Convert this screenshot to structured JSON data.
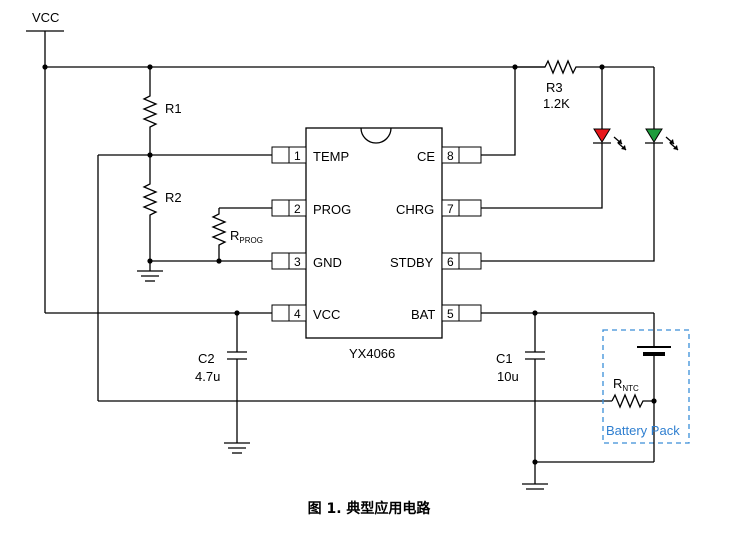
{
  "supply_label": "VCC",
  "chip": {
    "name": "YX4066",
    "pins": [
      {
        "num": "1",
        "name": "TEMP"
      },
      {
        "num": "2",
        "name": "PROG"
      },
      {
        "num": "3",
        "name": "GND"
      },
      {
        "num": "4",
        "name": "VCC"
      },
      {
        "num": "8",
        "name": "CE"
      },
      {
        "num": "7",
        "name": "CHRG"
      },
      {
        "num": "6",
        "name": "STDBY"
      },
      {
        "num": "5",
        "name": "BAT"
      }
    ]
  },
  "components": {
    "r1": {
      "name": "R1"
    },
    "r2": {
      "name": "R2"
    },
    "r3": {
      "name": "R3",
      "value": "1.2K"
    },
    "rprog": {
      "name": "R",
      "sub": "PROG"
    },
    "rntc": {
      "name": "R",
      "sub": "NTC"
    },
    "c1": {
      "name": "C1",
      "value": "10u"
    },
    "c2": {
      "name": "C2",
      "value": "4.7u"
    }
  },
  "battery_pack_label": "Battery Pack",
  "colors": {
    "led_red": "#e8161a",
    "led_green": "#1e9c3c",
    "battery_box": "#3a8ed8",
    "battery_text": "#2f7fd0"
  },
  "caption": "图 1.  典型应用电路"
}
